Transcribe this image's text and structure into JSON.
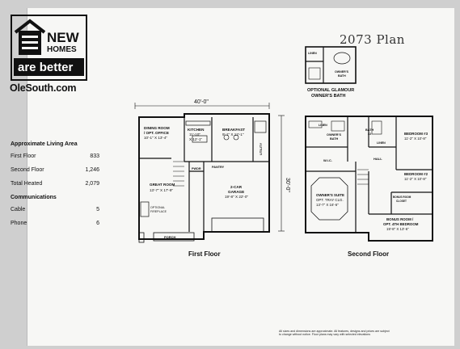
{
  "brand": {
    "logo_line1": "NEW",
    "logo_line2": "HOMES",
    "logo_line3": "are better",
    "website": "OleSouth.com"
  },
  "plan": {
    "title": "2073 Plan",
    "optional_bath_caption_1": "OPTIONAL GLAMOUR",
    "optional_bath_caption_2": "OWNER'S BATH"
  },
  "living_area": {
    "heading": "Approximate Living Area",
    "rows": [
      {
        "label": "First Floor",
        "value": "833"
      },
      {
        "label": "Second Floor",
        "value": "1,246"
      },
      {
        "label": "Total Heated",
        "value": "2,079"
      }
    ]
  },
  "communications": {
    "heading": "Communications",
    "rows": [
      {
        "label": "Cable",
        "value": "5"
      },
      {
        "label": "Phone",
        "value": "6"
      }
    ]
  },
  "first_floor": {
    "label": "First Floor",
    "width_dim": "40'-0\"",
    "depth_dim": "30'-0\"",
    "rooms": {
      "dining_1": "DINING ROOM",
      "dining_2": "/ OPT. OFFICE",
      "dining_3": "10'-1\" X 13'-4\"",
      "kitchen_1": "KITCHEN",
      "kitchen_2": "11'-10\"",
      "kitchen_3": "X 12'-1\"",
      "breakfast_1": "BREAKFAST",
      "breakfast_2": "9'-1\" X 12'-1\"",
      "utility": "UTILITY",
      "great_1": "GREAT ROOM",
      "great_2": "13'-7\" X 17'-9\"",
      "fireplace_1": "OPTIONAL",
      "fireplace_2": "FIREPLACE",
      "powder": "PWDR",
      "pantry": "PANTRY",
      "garage_1": "2-CAR",
      "garage_2": "GARAGE",
      "garage_3": "19'-8\" X 22'-0\"",
      "porch": "PORCH"
    }
  },
  "second_floor": {
    "label": "Second Floor",
    "rooms": {
      "linen_1": "LINEN",
      "owners_bath_1": "OWNER'S",
      "owners_bath_2": "BATH",
      "bath_1": "BATH",
      "bath_2": "#2",
      "linen_2": "LINEN",
      "bedroom3_1": "BEDROOM #3",
      "bedroom3_2": "11'-2\" X 10'-8\"",
      "wic": "W.I.C.",
      "hall": "HALL",
      "bedroom2_1": "BEDROOM #2",
      "bedroom2_2": "11'-2\" X 10'-8\"",
      "suite_1": "OWNER'S SUITE",
      "suite_2": "OPT. TRAY CLG.",
      "suite_3": "13'-7\" X 16'-6\"",
      "bonus_closet_1": "BONUS ROOM",
      "bonus_closet_2": "CLOSET",
      "bonus_1": "BONUS ROOM /",
      "bonus_2": "OPT. 4TH BEDROOM",
      "bonus_3": "19'-8\" X 13'-6\""
    },
    "optional_bath": {
      "linen": "LINEN",
      "owners_bath_1": "OWNER'S",
      "owners_bath_2": "BATH"
    }
  },
  "disclaimer": {
    "line1": "All sizes and dimensions are approximate. All features, designs and prices are subject",
    "line2": "to change without notice. Floor plans may vary with selected elevations"
  }
}
